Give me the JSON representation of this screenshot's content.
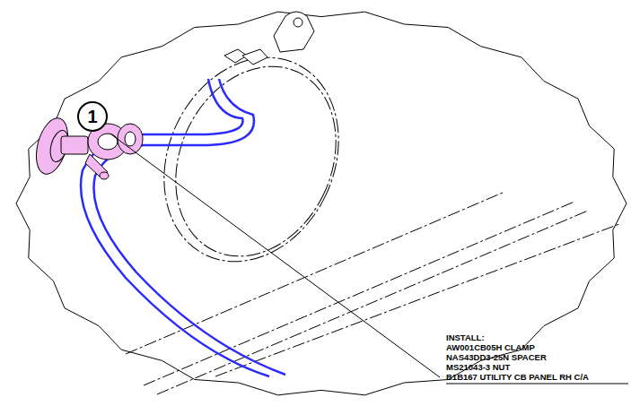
{
  "diagram": {
    "nodes": [
      {
        "text": [
          "1"
        ]
      }
    ],
    "labels": [
      "INSTALL:",
      "AW001CB05H CLAMP",
      "NAS43DD3-25N SPACER",
      "MS21043-3 NUT",
      "B1B167 UTILITY CB PANEL RH C/A"
    ]
  }
}
